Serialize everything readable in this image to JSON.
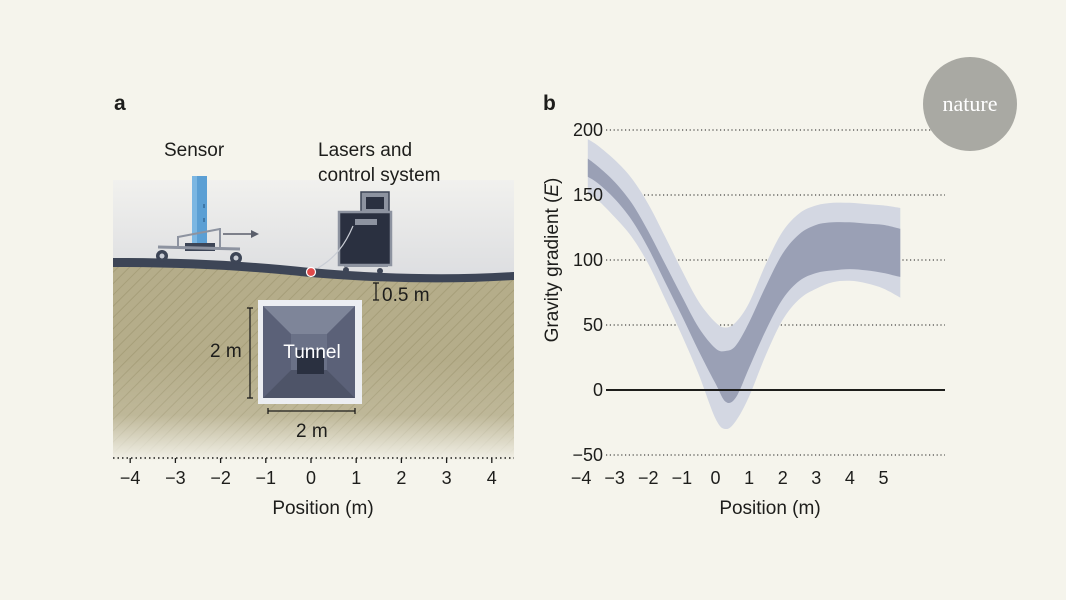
{
  "panels": {
    "a": {
      "letter": "a"
    },
    "b": {
      "letter": "b"
    }
  },
  "logo": {
    "text": "nature"
  },
  "diagram": {
    "sensor_label": "Sensor",
    "lasers_label_line1": "Lasers and",
    "lasers_label_line2": "control system",
    "depth_label": "0.5 m",
    "height_label": "2 m",
    "width_label": "2 m",
    "tunnel_label": "Tunnel",
    "xlabel": "Position (m)",
    "xticks": [
      "−4",
      "−3",
      "−2",
      "−1",
      "0",
      "1",
      "2",
      "3",
      "4"
    ]
  },
  "chart_data": {
    "type": "line",
    "title": "",
    "xlabel": "Position (m)",
    "ylabel": "Gravity gradient (E)",
    "xlim": [
      -4,
      5.6
    ],
    "ylim": [
      -50,
      200
    ],
    "xticks": [
      "−4",
      "−3",
      "−2",
      "−1",
      "0",
      "1",
      "2",
      "3",
      "4",
      "5"
    ],
    "yticks": [
      "−50",
      "0",
      "50",
      "100",
      "150",
      "200"
    ],
    "grid": "horizontal dotted",
    "zero_line": true,
    "x": [
      -3.8,
      -3.5,
      -3.0,
      -2.5,
      -2.0,
      -1.5,
      -1.0,
      -0.5,
      0.0,
      0.3,
      0.6,
      1.0,
      1.5,
      2.0,
      2.5,
      3.0,
      3.5,
      4.0,
      4.5,
      5.0,
      5.5
    ],
    "bands": [
      {
        "fill": "#d3d7e2",
        "upper": [
          193,
          188,
          177,
          163,
          143,
          118,
          92,
          68,
          52,
          48,
          52,
          67,
          97,
          122,
          136,
          142,
          144,
          144,
          143,
          142,
          140
        ],
        "lower": [
          151,
          146,
          133,
          118,
          97,
          70,
          42,
          12,
          -22,
          -30,
          -24,
          -5,
          27,
          54,
          70,
          78,
          83,
          84,
          82,
          78,
          71
        ]
      },
      {
        "fill": "#9aa0b5",
        "upper": [
          178,
          172,
          160,
          144,
          122,
          97,
          72,
          48,
          32,
          30,
          34,
          52,
          80,
          105,
          120,
          127,
          129,
          129,
          128,
          127,
          124
        ],
        "lower": [
          164,
          159,
          147,
          131,
          109,
          83,
          57,
          30,
          5,
          -9,
          -6,
          17,
          46,
          70,
          84,
          90,
          92,
          93,
          92,
          90,
          87
        ]
      }
    ]
  },
  "colors": {
    "background": "#f5f4ec",
    "ground": "#b5ad8a",
    "surface": "#3d4556",
    "sensor_blue": "#5b9fd4",
    "outer_band": "#d3d7e2",
    "inner_band": "#9aa0b5",
    "marker_red": "#e04a4a"
  }
}
